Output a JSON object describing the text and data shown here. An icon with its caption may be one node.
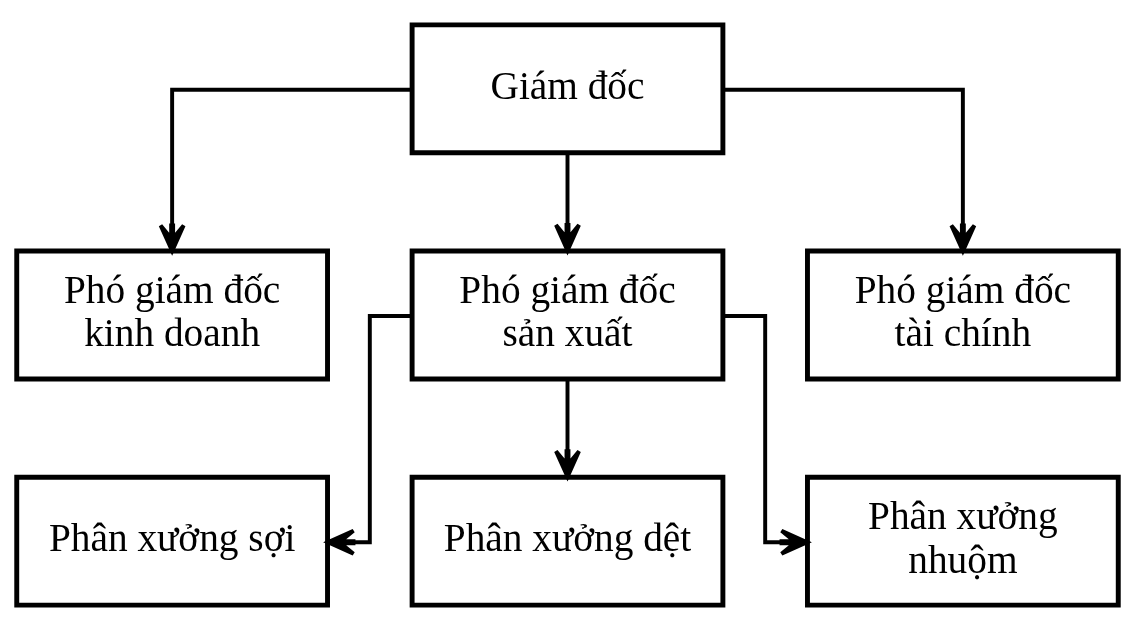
{
  "diagram": {
    "nodes": [
      {
        "text": [
          "Giám đốc"
        ]
      },
      {
        "text": [
          "Phó giám đốc kinh doanh"
        ]
      },
      {
        "text": [
          "Phó giám đốc sản xuất"
        ]
      },
      {
        "text": [
          "Phó giám đốc tài chính"
        ]
      },
      {
        "text": [
          "Phân xưởng sợi"
        ]
      },
      {
        "text": [
          "Phân xưởng dệt"
        ]
      },
      {
        "text": [
          "Phân xưởng nhuộm"
        ]
      }
    ],
    "edges": [
      {
        "from": 0,
        "to": 1,
        "arrow": "to"
      },
      {
        "from": 0,
        "to": 2,
        "arrow": "to"
      },
      {
        "from": 0,
        "to": 3,
        "arrow": "to"
      },
      {
        "from": 2,
        "to": 4,
        "arrow": "to"
      },
      {
        "from": 2,
        "to": 5,
        "arrow": "to"
      },
      {
        "from": 2,
        "to": 6,
        "arrow": "to"
      }
    ]
  }
}
